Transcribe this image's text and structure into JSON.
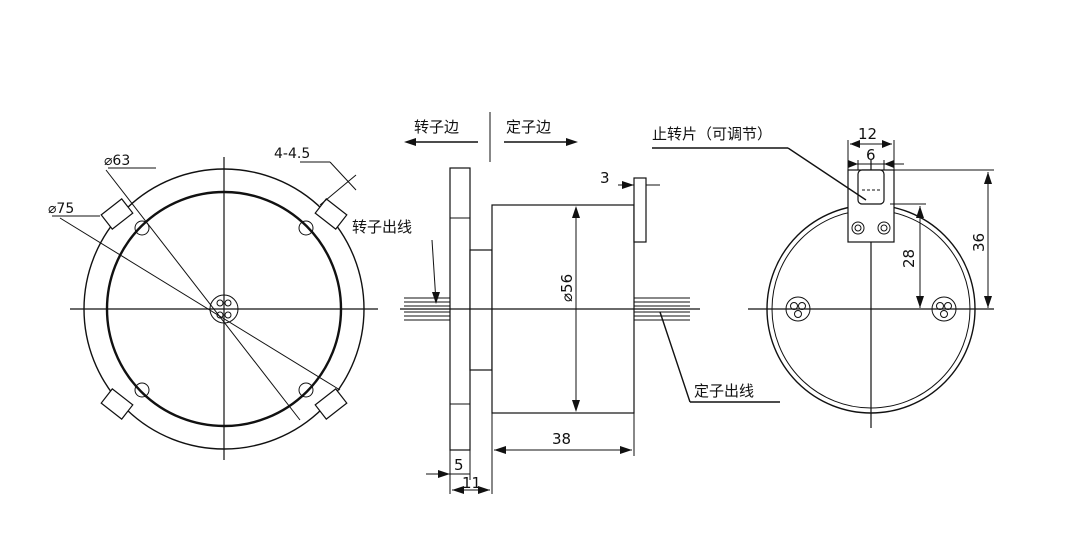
{
  "labels": {
    "rotor_side": "转子边",
    "stator_side": "定子边",
    "rotor_outlet": "转子出线",
    "stator_outlet": "定子出线",
    "stop_tab": "止转片（可调节）"
  },
  "dimensions": {
    "d63": "⌀63",
    "d75": "⌀75",
    "slot": "4-4.5",
    "tab_thickness": "3",
    "body_diameter": "⌀56",
    "body_length": "38",
    "flange_thickness": "5",
    "flange_total": "11",
    "tab_width": "12",
    "tab_slot": "6",
    "tab_hole_height": "28",
    "tab_height": "36"
  },
  "colors": {
    "line": "#111111",
    "background": "#ffffff"
  }
}
